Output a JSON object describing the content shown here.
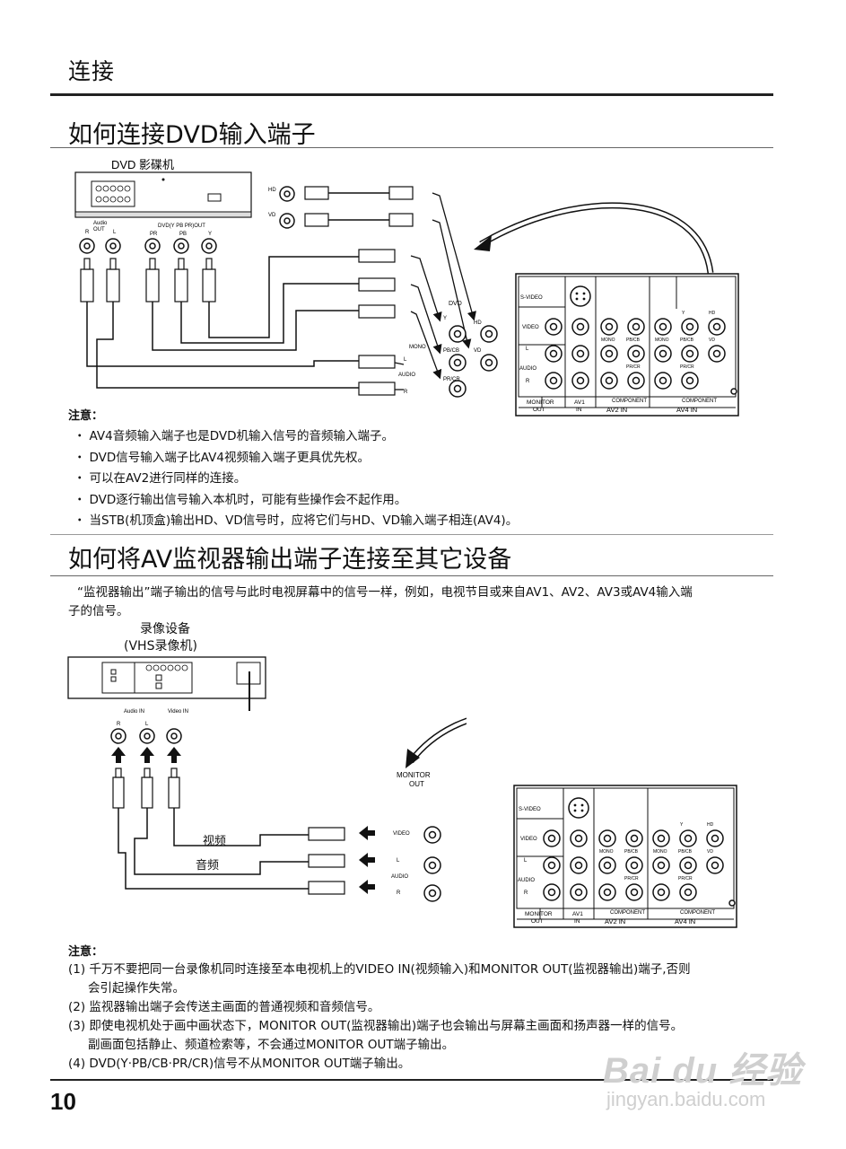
{
  "header": {
    "section": "连接"
  },
  "section1": {
    "title": "如何连接DVD输入端子",
    "diagram": {
      "player_label": "DVD 影碟机",
      "audio_out_label": "Audio\nOUT",
      "r": "R",
      "l": "L",
      "dvd_out_label": "DVD(Y  PB  PR)OUT",
      "pr": "PR",
      "pb": "PB",
      "y": "Y",
      "hd": "HD",
      "vd": "VD",
      "dvd": "DVD",
      "y_small": "Y",
      "pb_cb": "PB/CB",
      "pr_cr": "PR/CR",
      "mono": "MONO",
      "audio_l": "L",
      "audio": "AUDIO",
      "audio_r": "R"
    },
    "panel": {
      "svideo": "S-VIDEO",
      "video": "VIDEO",
      "l": "L",
      "audio": "AUDIO",
      "r": "R",
      "monitor_out": "MONITOR\nOUT",
      "av1_in": "AV1\nIN",
      "component": "COMPONENT",
      "av2_in": "AV2  IN",
      "av4_in": "AV4  IN",
      "y": "Y",
      "hd": "HD",
      "mono": "MONO",
      "pbcb": "PB/CB",
      "prcr": "PR/CR",
      "vd": "VD"
    },
    "notes_title": "注意：",
    "notes": [
      "AV4音频输入端子也是DVD机输入信号的音频输入端子。",
      "DVD信号输入端子比AV4视频输入端子更具优先权。",
      "可以在AV2进行同样的连接。",
      "DVD逐行输出信号输入本机时，可能有些操作会不起作用。",
      "当STB(机顶盒)输出HD、VD信号时，应将它们与HD、VD输入端子相连(AV4)。"
    ]
  },
  "section2": {
    "title": "如何将AV监视器输出端子连接至其它设备",
    "intro_line1": "“监视器输出”端子输出的信号与此时电视屏幕中的信号一样，例如，电视节目或来自AV1、AV2、AV3或AV4输入端",
    "intro_line2": "子的信号。",
    "diagram": {
      "recorder_label1": "录像设备",
      "recorder_label2": "(VHS录像机)",
      "audio_in": "Audio\nIN",
      "video_in": "Video\nIN",
      "r": "R",
      "l": "L",
      "monitor_out": "MONITOR\nOUT",
      "video_cable": "视频",
      "audio_cable": "音频",
      "video": "VIDEO",
      "aud_l": "L",
      "aud": "AUDIO",
      "aud_r": "R"
    },
    "notes_title": "注意：",
    "notes": [
      {
        "num": "(1)",
        "lines": [
          "千万不要把同一台录像机同时连接至本电视机上的VIDEO IN(视频输入)和MONITOR OUT(监视器输出)端子,否则",
          "会引起操作失常。"
        ]
      },
      {
        "num": "(2)",
        "lines": [
          "监视器输出端子会传送主画面的普通视频和音频信号。"
        ]
      },
      {
        "num": "(3)",
        "lines": [
          "即使电视机处于画中画状态下，MONITOR OUT(监视器输出)端子也会输出与屏幕主画面和扬声器一样的信号。",
          "副画面包括静止、频道检索等，不会通过MONITOR OUT端子输出。"
        ]
      },
      {
        "num": "(4)",
        "lines": [
          "DVD(Y·PB/CB·PR/CR)信号不从MONITOR OUT端子输出。"
        ]
      }
    ]
  },
  "footer": {
    "page_number": "10"
  },
  "watermark": {
    "brand": "Bai du 经验",
    "url": "jingyan.baidu.com"
  }
}
